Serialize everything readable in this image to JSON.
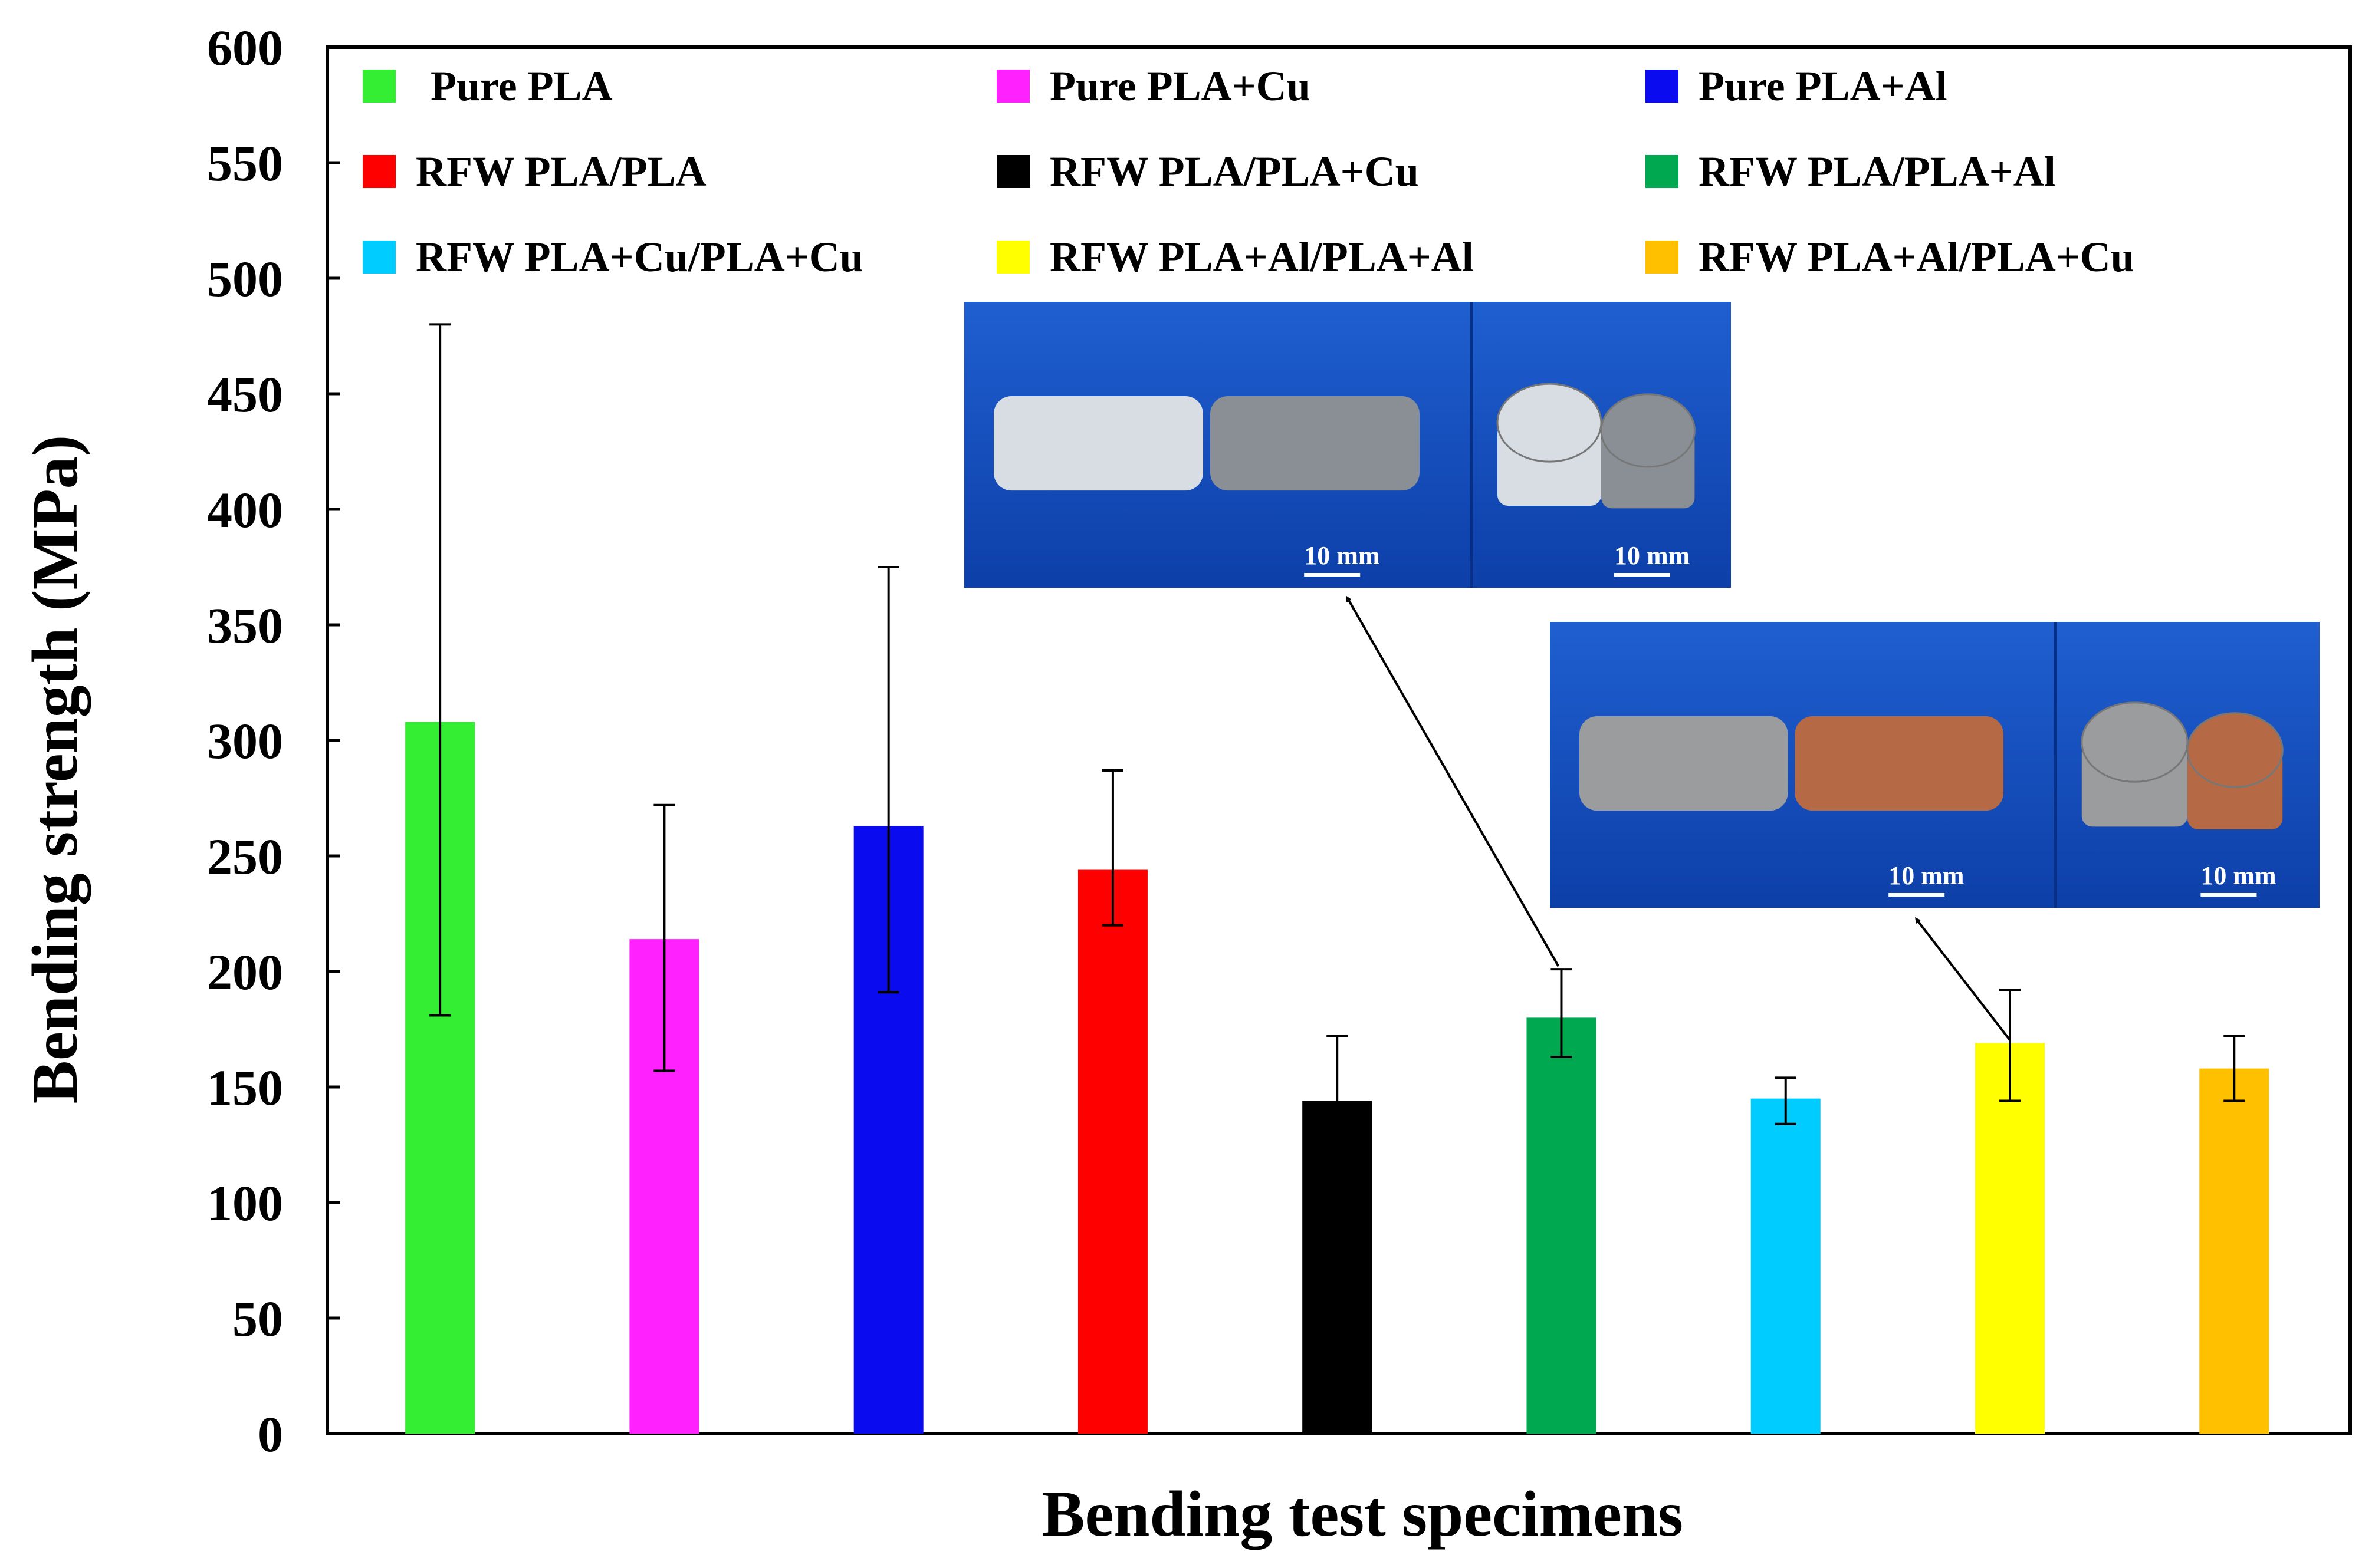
{
  "chart_data": {
    "type": "bar",
    "xlabel": "Bending test specimens",
    "ylabel": "Bending strength (MPa)",
    "ylim": [
      0,
      600
    ],
    "ytick_step": 50,
    "grid": false,
    "legend_position": "top",
    "categories": [
      "Pure PLA",
      "Pure PLA+Cu",
      "Pure PLA+Al",
      "RFW PLA/PLA",
      "RFW PLA/PLA+Cu",
      "RFW PLA/PLA+Al",
      "RFW PLA+Cu/PLA+Cu",
      "RFW PLA+Al/PLA+Al",
      "RFW PLA+Al/PLA+Cu"
    ],
    "values": [
      308,
      214,
      263,
      244,
      144,
      180,
      145,
      169,
      158
    ],
    "error_low": [
      181,
      157,
      191,
      220,
      121,
      163,
      134,
      144,
      144
    ],
    "error_high": [
      480,
      272,
      375,
      287,
      172,
      201,
      154,
      192,
      172
    ],
    "colors": [
      "#33ee33",
      "#ff22ff",
      "#0b0bf0",
      "#ff0000",
      "#000000",
      "#00a84f",
      "#00ccff",
      "#ffff00",
      "#ffc000"
    ],
    "legend_order": [
      "Pure PLA",
      "Pure PLA+Cu",
      "Pure PLA+Al",
      "RFW PLA/PLA",
      "RFW PLA/PLA+Cu",
      "RFW PLA/PLA+Al",
      "RFW PLA+Cu/PLA+Cu",
      "RFW PLA+Al/PLA+Al",
      "RFW PLA+Al/PLA+Cu"
    ],
    "insets": [
      {
        "description_target": "RFW PLA/PLA+Al",
        "scale_labels": [
          "10 mm",
          "10 mm"
        ],
        "rod_colors": [
          "#d8dde4",
          "#8a8f96"
        ]
      },
      {
        "description_target": "RFW PLA+Al/PLA+Al",
        "scale_labels": [
          "10 mm",
          "10 mm"
        ],
        "rod_colors": [
          "#9a9c9e",
          "#b56a45"
        ]
      }
    ]
  }
}
